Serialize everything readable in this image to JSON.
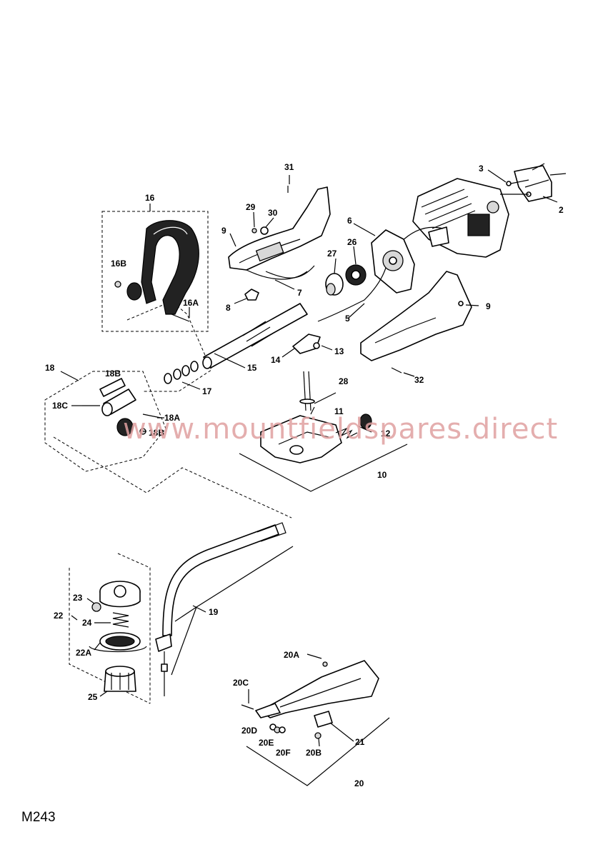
{
  "diagram_code": "M243",
  "watermark": "www.mountfieldspares.direct",
  "labels": {
    "l2": "2",
    "l3": "3",
    "l5": "5",
    "l6": "6",
    "l7": "7",
    "l8": "8",
    "l9a": "9",
    "l9b": "9",
    "l10": "10",
    "l11": "11",
    "l12": "12",
    "l13": "13",
    "l14": "14",
    "l15": "15",
    "l16": "16",
    "l16a": "16A",
    "l16b": "16B",
    "l17": "17",
    "l18": "18",
    "l18a": "18A",
    "l18b_top": "18B",
    "l18b_bot": "18B",
    "l18c": "18C",
    "l19": "19",
    "l20": "20",
    "l20a": "20A",
    "l20b": "20B",
    "l20c": "20C",
    "l20d": "20D",
    "l20e": "20E",
    "l20f": "20F",
    "l21": "21",
    "l22": "22",
    "l22a": "22A",
    "l23": "23",
    "l24": "24",
    "l25": "25",
    "l26": "26",
    "l27": "27",
    "l28": "28",
    "l29": "29",
    "l30": "30",
    "l31": "31",
    "l32": "32"
  }
}
